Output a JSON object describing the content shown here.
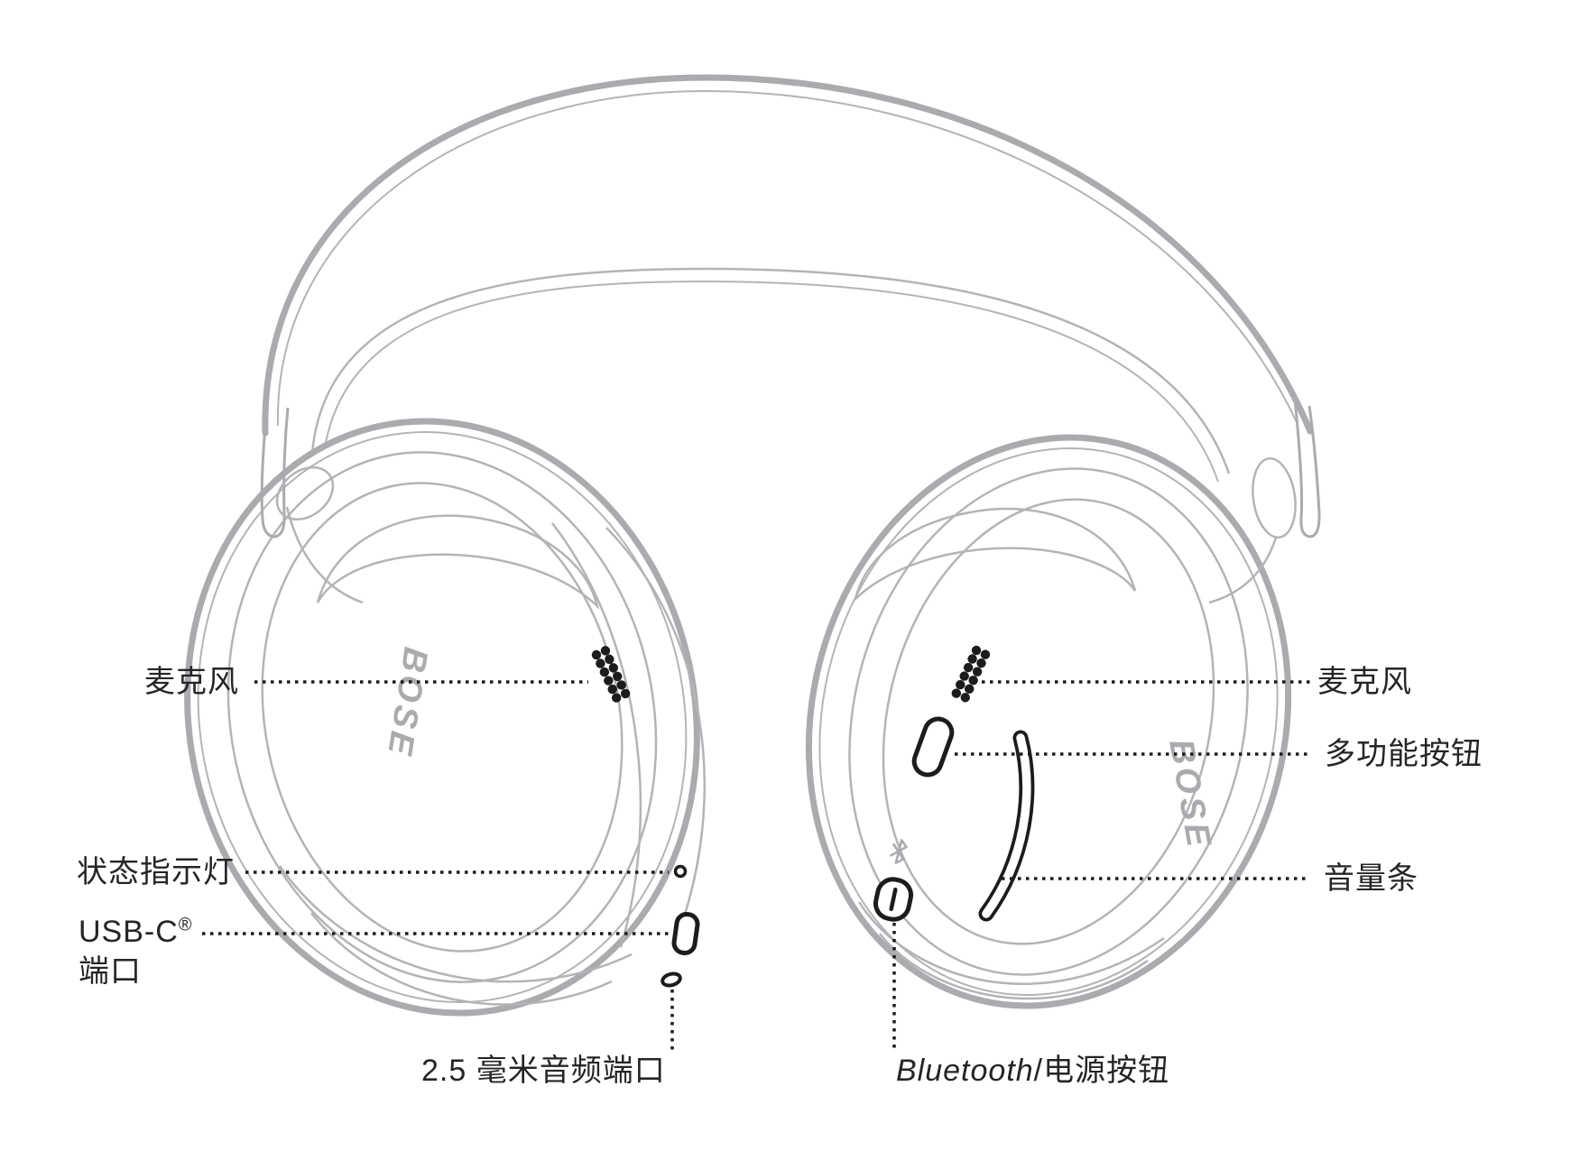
{
  "diagram": {
    "title": "headphones-overview-diagram",
    "logo": "BOSE",
    "labels": {
      "left_mic": "麦克风",
      "status_light": "状态指示灯",
      "usb_line1": "USB-C",
      "usb_reg": "®",
      "usb_line2": "端口",
      "audio_port": "2.5 毫米音频端口",
      "right_mic": "麦克风",
      "multifunction": "多功能按钮",
      "volume": "音量条",
      "bt_italic": "Bluetooth",
      "bt_rest": "/电源按钮"
    },
    "colors": {
      "outline_grey": "#a9abae",
      "outline_grey_thin": "#b2b4b7",
      "ink_black": "#1d1b1c",
      "background": "#ffffff"
    }
  }
}
